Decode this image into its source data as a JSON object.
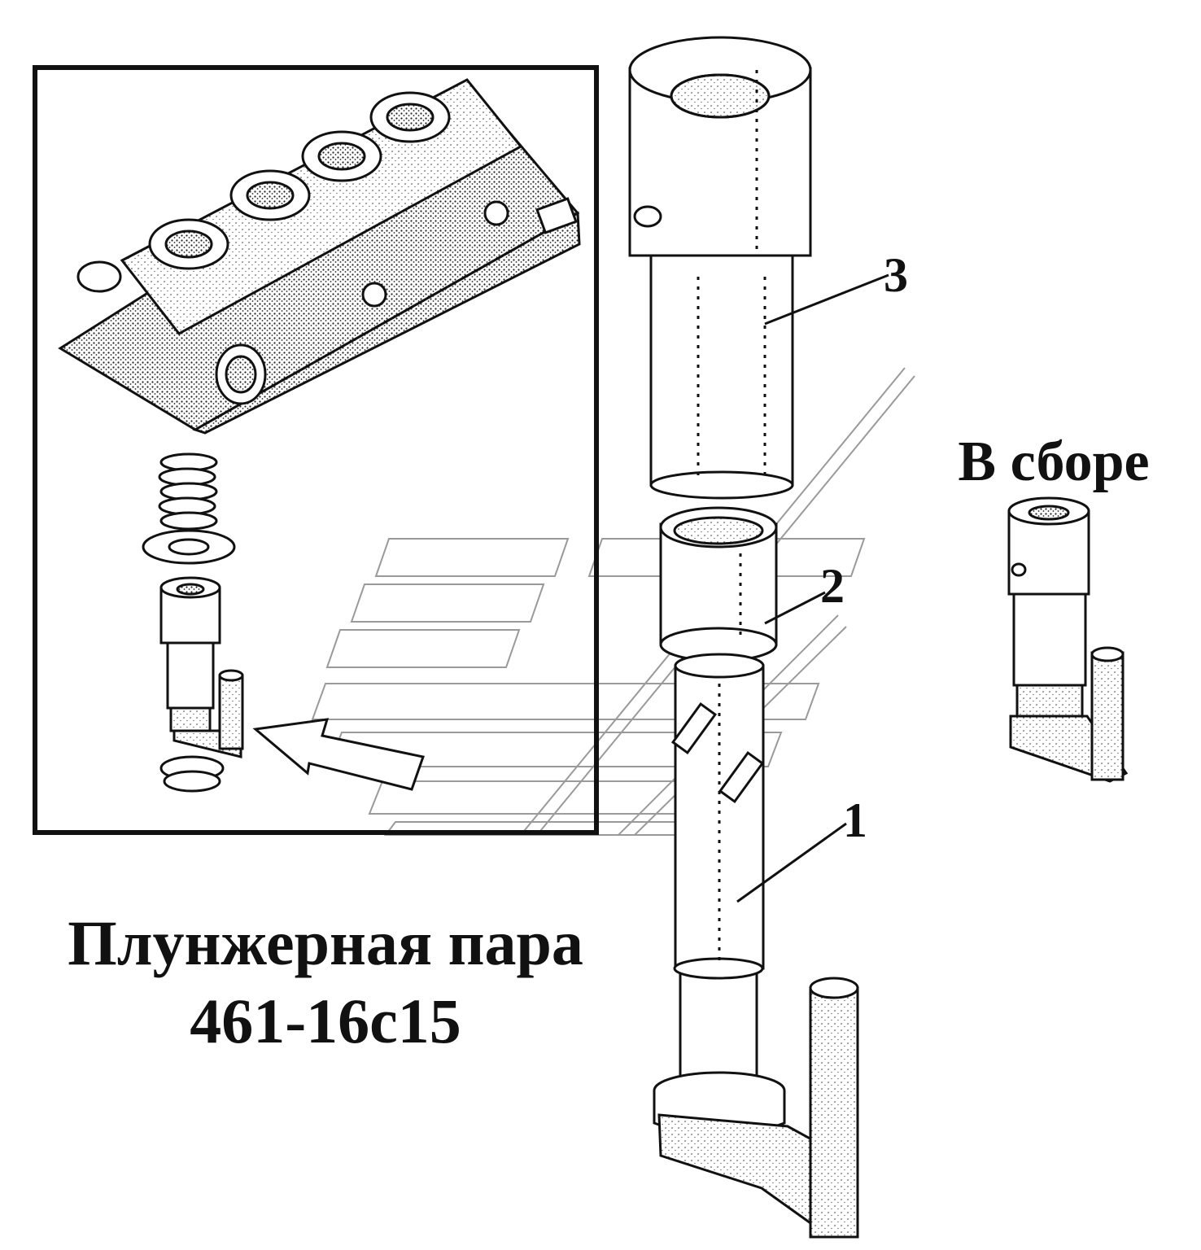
{
  "title": {
    "line1": "Плунжерная пара",
    "line2": "461-16с15"
  },
  "assembled_label": "В сборе",
  "callouts": {
    "part1": "1",
    "part2": "2",
    "part3": "3"
  },
  "colors": {
    "ink": "#111111",
    "paper": "#ffffff",
    "watermark": "#9a9a9a"
  }
}
